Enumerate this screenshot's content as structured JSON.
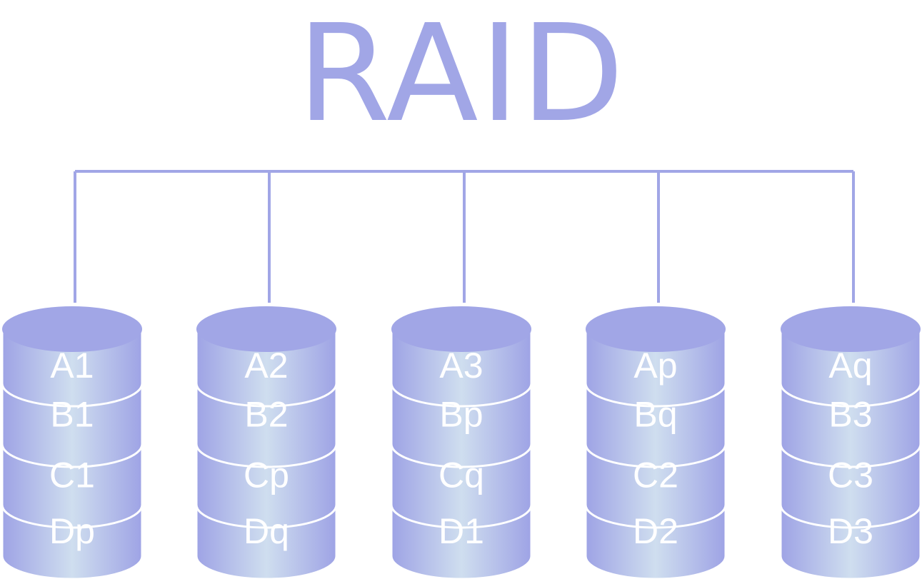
{
  "title": "RAID",
  "colors": {
    "accent": "#a1a6e6",
    "disk_edge": "#9ea3e5",
    "disk_center": "#cfdeef",
    "label": "#ffffff"
  },
  "disks": [
    {
      "blocks": [
        "A1",
        "B1",
        "C1",
        "Dp"
      ]
    },
    {
      "blocks": [
        "A2",
        "B2",
        "Cp",
        "Dq"
      ]
    },
    {
      "blocks": [
        "A3",
        "Bp",
        "Cq",
        "D1"
      ]
    },
    {
      "blocks": [
        "Ap",
        "Bq",
        "C2",
        "D2"
      ]
    },
    {
      "blocks": [
        "Aq",
        "B3",
        "C3",
        "D3"
      ]
    }
  ]
}
